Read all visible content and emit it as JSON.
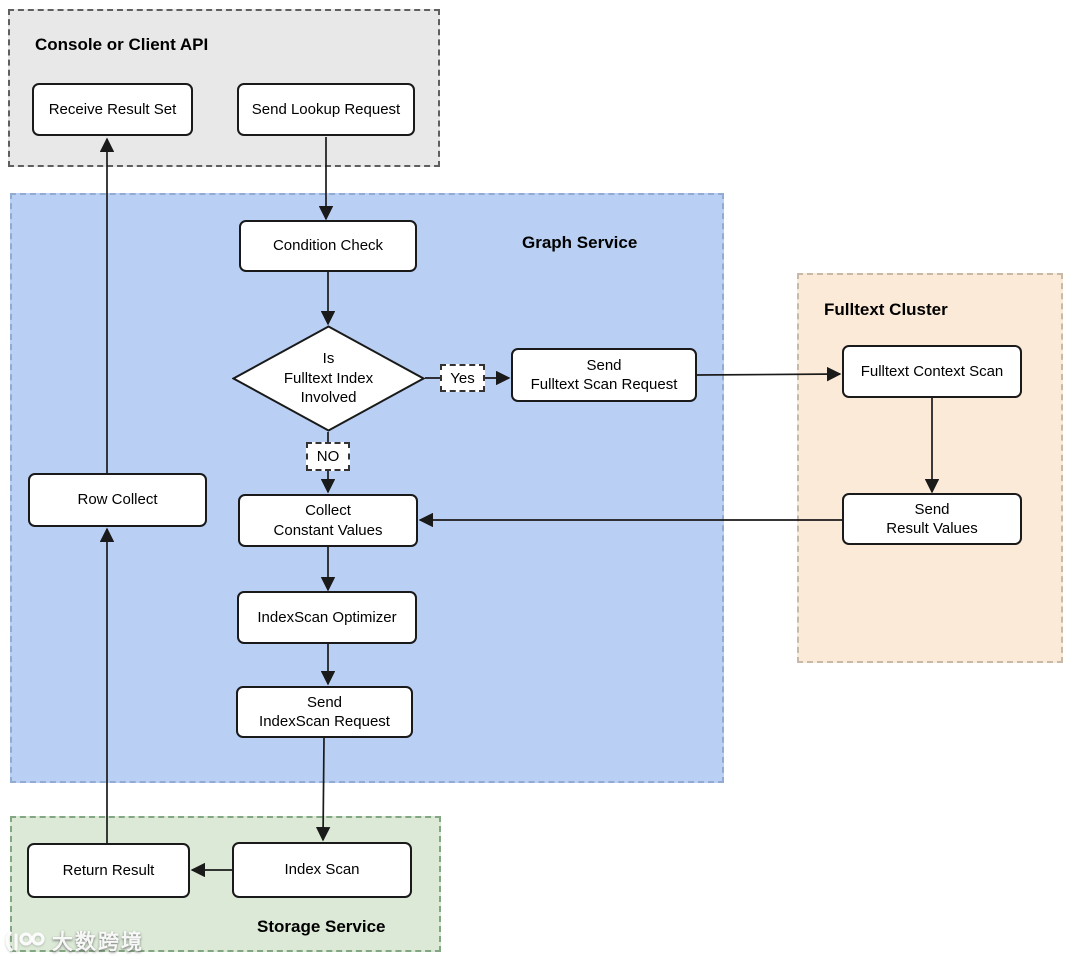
{
  "containers": {
    "console": {
      "title": "Console or Client API"
    },
    "graph": {
      "title": "Graph Service"
    },
    "fulltext": {
      "title": "Fulltext Cluster"
    },
    "storage": {
      "title": "Storage Service"
    }
  },
  "nodes": {
    "receive_result_set": {
      "label": "Receive Result Set"
    },
    "send_lookup_request": {
      "label": "Send Lookup Request"
    },
    "condition_check": {
      "label": "Condition Check"
    },
    "is_fulltext_index_involved": {
      "label": "Is\nFulltext Index\nInvolved"
    },
    "send_fulltext_scan_request": {
      "label": "Send\nFulltext Scan Request"
    },
    "collect_constant_values": {
      "label": "Collect\nConstant Values"
    },
    "indexscan_optimizer": {
      "label": "IndexScan Optimizer"
    },
    "send_indexscan_request": {
      "label": "Send\nIndexScan Request"
    },
    "row_collect": {
      "label": "Row Collect"
    },
    "fulltext_context_scan": {
      "label": "Fulltext Context Scan"
    },
    "send_result_values": {
      "label": "Send\nResult Values"
    },
    "return_result": {
      "label": "Return Result"
    },
    "index_scan": {
      "label": "Index Scan"
    }
  },
  "edge_labels": {
    "yes": "Yes",
    "no": "NO"
  },
  "edges": [
    {
      "from": "send_lookup_request",
      "to": "condition_check",
      "label": ""
    },
    {
      "from": "condition_check",
      "to": "is_fulltext_index_involved",
      "label": ""
    },
    {
      "from": "is_fulltext_index_involved",
      "to": "send_fulltext_scan_request",
      "label": "Yes"
    },
    {
      "from": "send_fulltext_scan_request",
      "to": "fulltext_context_scan",
      "label": ""
    },
    {
      "from": "fulltext_context_scan",
      "to": "send_result_values",
      "label": ""
    },
    {
      "from": "send_result_values",
      "to": "collect_constant_values",
      "label": ""
    },
    {
      "from": "is_fulltext_index_involved",
      "to": "collect_constant_values",
      "label": "NO"
    },
    {
      "from": "collect_constant_values",
      "to": "indexscan_optimizer",
      "label": ""
    },
    {
      "from": "indexscan_optimizer",
      "to": "send_indexscan_request",
      "label": ""
    },
    {
      "from": "send_indexscan_request",
      "to": "index_scan",
      "label": ""
    },
    {
      "from": "index_scan",
      "to": "return_result",
      "label": ""
    },
    {
      "from": "return_result",
      "to": "row_collect",
      "label": ""
    },
    {
      "from": "row_collect",
      "to": "receive_result_set",
      "label": ""
    }
  ],
  "watermark": {
    "text": "大数跨境"
  },
  "palette": {
    "console_fill": "#e8e8e8",
    "console_border": "#5f5f5f",
    "graph_fill": "#b9d0f4",
    "graph_border": "#94abd1",
    "fulltext_fill": "#fcead9",
    "fulltext_border": "#c9b9a8",
    "storage_fill": "#dbe9d6",
    "storage_border": "#83a683",
    "node_fill": "#ffffff",
    "node_border": "#1a1a1a",
    "edge": "#1a1a1a"
  }
}
